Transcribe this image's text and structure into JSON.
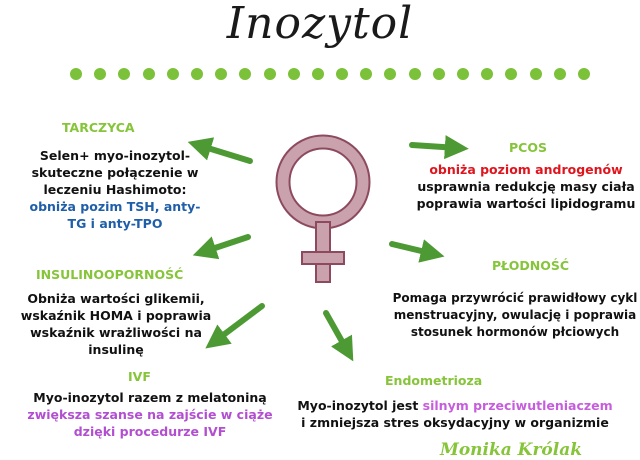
{
  "title": "Inozytol",
  "colors": {
    "accent_green": "#86c43a",
    "arrow_green": "#4d9a34",
    "symbol_fill": "#caa2ad",
    "symbol_stroke": "#8d4a5f",
    "blue": "#1f5ea8",
    "red": "#e0141d",
    "purple": "#b24fd0"
  },
  "symbol": "female-venus-symbol",
  "sections": {
    "tarczyca": {
      "heading": "TARCZYCA",
      "line1": "Selen+ myo-inozytol-",
      "line2": "skuteczne połączenie w",
      "line3": "leczeniu Hashimoto:",
      "highlight1": "obniża pozim TSH, anty-",
      "highlight2": "TG i anty-TPO"
    },
    "insulinooporność": {
      "heading": "INSULINOOPORNOŚĆ",
      "line1": "Obniża wartości glikemii,",
      "line2": "wskaźnik HOMA i poprawia",
      "line3": "wskaźnik wrażliwości na",
      "line4": "insulinę"
    },
    "ivf": {
      "heading": "IVF",
      "line1": "Myo-inozytol razem z melatoniną",
      "highlight1": "zwiększa szanse na zajście w ciąże",
      "highlight2": "dzięki procedurze IVF"
    },
    "pcos": {
      "heading": "PCOS",
      "highlight1": "obniża poziom androgenów",
      "line1": "usprawnia redukcję masy ciała",
      "line2": "poprawia wartości lipidogramu"
    },
    "plodnosc": {
      "heading": "PŁODNOŚĆ",
      "line1": "Pomaga przywrócić prawidłowy cykl",
      "line2": "menstruacyjny, owulację i poprawia",
      "line3": "stosunek hormonów płciowych"
    },
    "endometrioza": {
      "heading": "Endometrioza",
      "line1_start": "Myo-inozytol jest",
      "line1_highlight": "silnym przeciwutleniaczem",
      "line2": "i zmniejsza stres oksydacyjny w organizmie"
    }
  },
  "footer": {
    "logo_text": "Monika Królak"
  }
}
